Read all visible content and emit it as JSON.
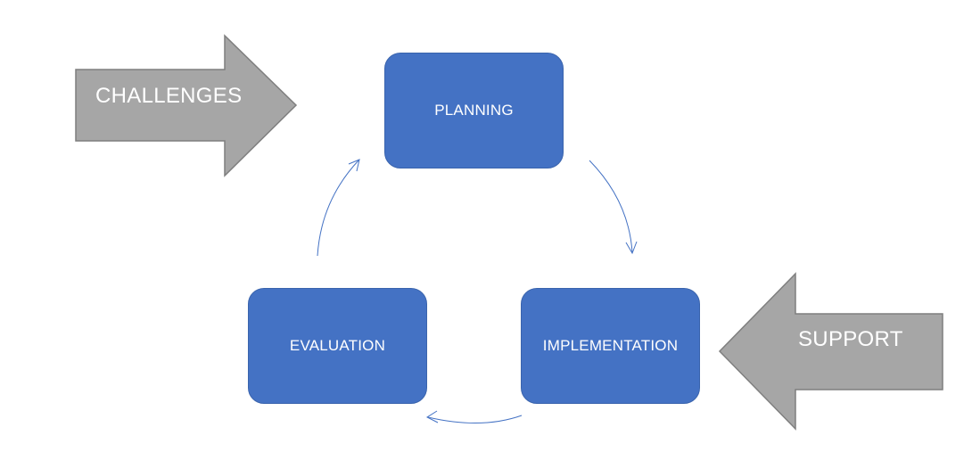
{
  "nodes": {
    "planning": "PLANNING",
    "implementation": "IMPLEMENTATION",
    "evaluation": "EVALUATION"
  },
  "arrows": {
    "challenges": "CHALLENGES",
    "support": "SUPPORT"
  },
  "colors": {
    "node_fill": "#4472c4",
    "block_arrow_fill": "#a6a6a6",
    "block_arrow_stroke": "#7f7f7f",
    "connector": "#4472c4"
  }
}
